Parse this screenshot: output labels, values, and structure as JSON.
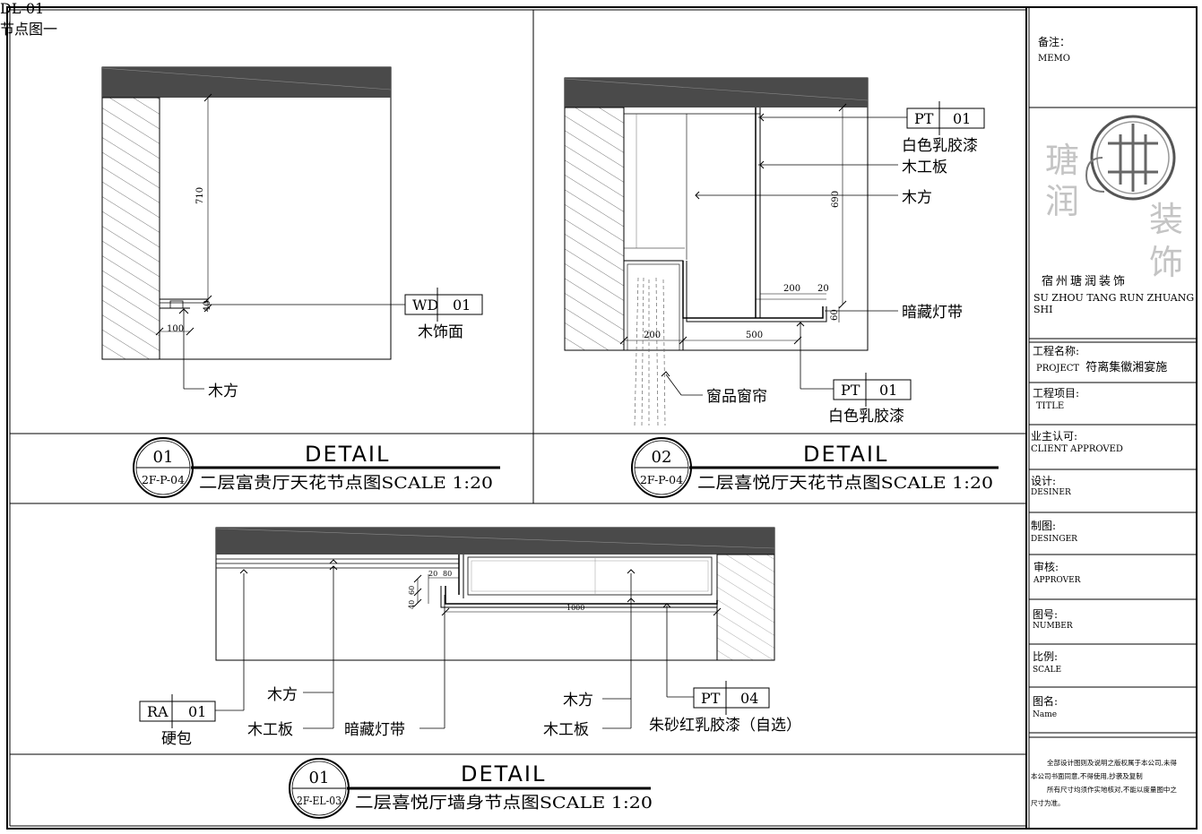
{
  "details": [
    {
      "id": "detail-1",
      "number": "01",
      "ref": "2F-P-04",
      "heading": "DETAIL",
      "title": "二层富贵厅天花节点图SCALE 1:20",
      "dims": {
        "d1": "710",
        "d2": "40",
        "d3": "100"
      },
      "tags": [
        {
          "code": "WD",
          "num": "01",
          "desc": "木饰面"
        }
      ],
      "labels": {
        "wood_batten": "木方"
      }
    },
    {
      "id": "detail-2",
      "number": "02",
      "ref": "2F-P-04",
      "heading": "DETAIL",
      "title": "二层喜悦厅天花节点图SCALE 1:20",
      "dims": {
        "d1": "690",
        "d2": "200",
        "d3": "20",
        "d4": "60",
        "d5": "200",
        "d6": "500"
      },
      "tags": [
        {
          "code": "PT",
          "num": "01",
          "desc": "白色乳胶漆"
        },
        {
          "code": "PT",
          "num": "01",
          "desc": "白色乳胶漆"
        }
      ],
      "labels": {
        "plywood": "木工板",
        "wood_batten": "木方",
        "hidden_light": "暗藏灯带",
        "curtain": "窗品窗帘"
      }
    },
    {
      "id": "detail-3",
      "number": "01",
      "ref": "2F-EL-03",
      "heading": "DETAIL",
      "title": "二层喜悦厅墙身节点图SCALE 1:20",
      "dims": {
        "d1": "20",
        "d2": "80",
        "d3": "60",
        "d4": "40",
        "d5": "1000"
      },
      "tags": [
        {
          "code": "RA",
          "num": "01",
          "desc": "硬包"
        },
        {
          "code": "PT",
          "num": "04",
          "desc": "朱砂红乳胶漆（自选）"
        }
      ],
      "labels": {
        "wood_batten_a": "木方",
        "plywood_a": "木工板",
        "hidden_light": "暗藏灯带",
        "wood_batten_b": "木方",
        "plywood_b": "木工板"
      }
    }
  ],
  "title_block": {
    "memo_cn": "备注：",
    "memo_en": "MEMO",
    "company_cn": "宿州瑭润装饰",
    "company_en_1": "SU ZHOU TANG RUN ZHUANG",
    "company_en_2": "SHI",
    "logo_chars": [
      "瑭",
      "润",
      "装",
      "饰"
    ],
    "project_cn": "工程名称:",
    "project_en": "PROJECT",
    "project_value": "符离集徽湘宴施",
    "title_cn": "工程项目:",
    "title_en": "TITLE",
    "client_cn": "业主认可:",
    "client_en": "CLIENT APPROVED",
    "design_cn": "设计:",
    "design_en": "DESINER",
    "draw_cn": "制图:",
    "draw_en": "DESINGER",
    "check_cn": "审核:",
    "check_en": "APPROVER",
    "number_cn": "图号:",
    "number_en": "NUMBER",
    "number_value": "DL-01",
    "scale_cn": "比例:",
    "scale_en": "SCALE",
    "name_cn": "图名:",
    "name_en": "Name",
    "name_value": "节点图一",
    "notes": [
      "全部设计图则及说明之版权属于本公司,未得",
      "本公司书面同意,不得使用,抄袭及复制",
      "所有尺寸均须作实地核对,不能以度量图中之",
      "尺寸为准。"
    ]
  }
}
